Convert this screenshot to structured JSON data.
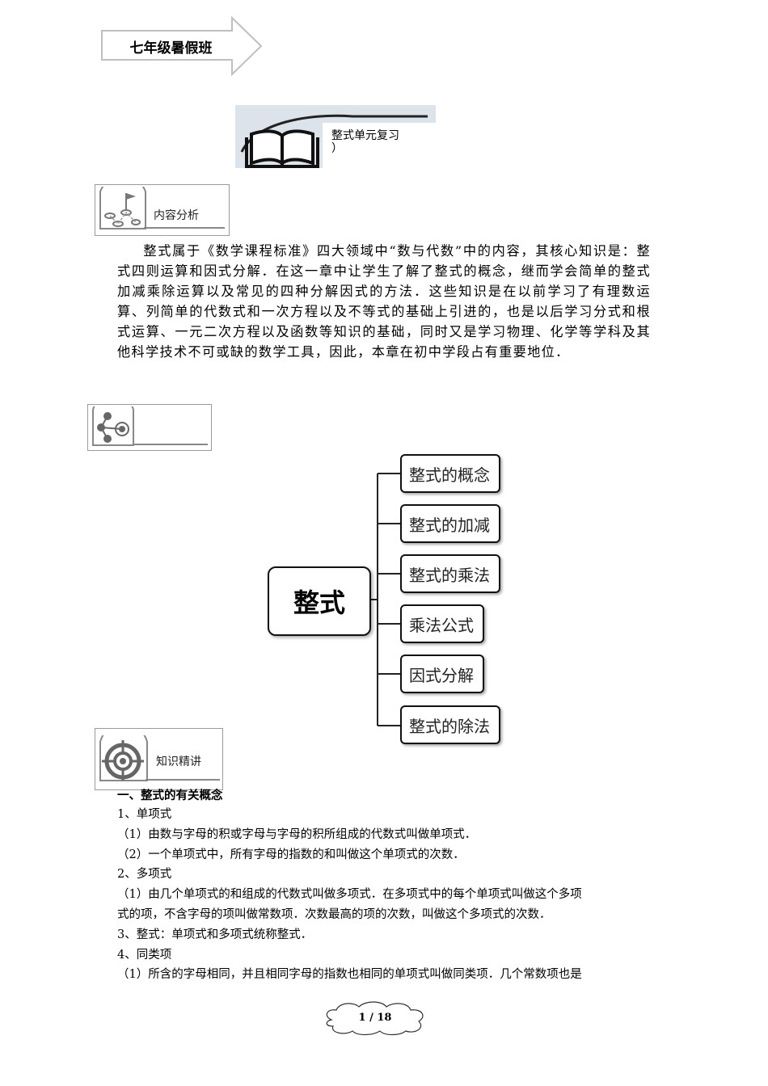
{
  "header": {
    "grade_label": "七年级暑假班"
  },
  "title": {
    "line1": "整式单元复习",
    "line2": "）"
  },
  "sections": {
    "analysis": "内容分析",
    "knowledge": "知识精讲"
  },
  "intro": "整式属于《数学课程标准》四大领域中“数与代数”中的内容，其核心知识是：整式四则运算和因式分解．在这一章中让学生了解了整式的概念，继而学会简单的整式加减乘除运算以及常见的四种分解因式的方法．这些知识是在以前学习了有理数运算、列简单的代数式和一次方程以及不等式的基础上引进的，也是以后学习分式和根式运算、一元二次方程以及函数等知识的基础，同时又是学习物理、化学等学科及其他科学技术不可或缺的数学工具，因此，本章在初中学段占有重要地位．",
  "mindmap": {
    "root": "整式",
    "children": [
      "整式的概念",
      "整式的加减",
      "整式的乘法",
      "乘法公式",
      "因式分解",
      "整式的除法"
    ]
  },
  "knowledge": {
    "heading": "一、整式的有关概念",
    "lines": [
      "1、单项式",
      "（1）由数与字母的积或字母与字母的积所组成的代数式叫做单项式．",
      "（2）一个单项式中，所有字母的指数的和叫做这个单项式的次数．",
      "2、多项式",
      "（1）由几个单项式的和组成的代数式叫做多项式．在多项式中的每个单项式叫做这个多项",
      "式的项，不含字母的项叫做常数项．次数最高的项的次数，叫做这个多项式的次数．",
      "3、整式：单项式和多项式统称整式．",
      "4、同类项",
      "（1）所含的字母相同，并且相同字母的指数也相同的单项式叫做同类项．几个常数项也是"
    ]
  },
  "footer": {
    "page": "1 / 18"
  }
}
